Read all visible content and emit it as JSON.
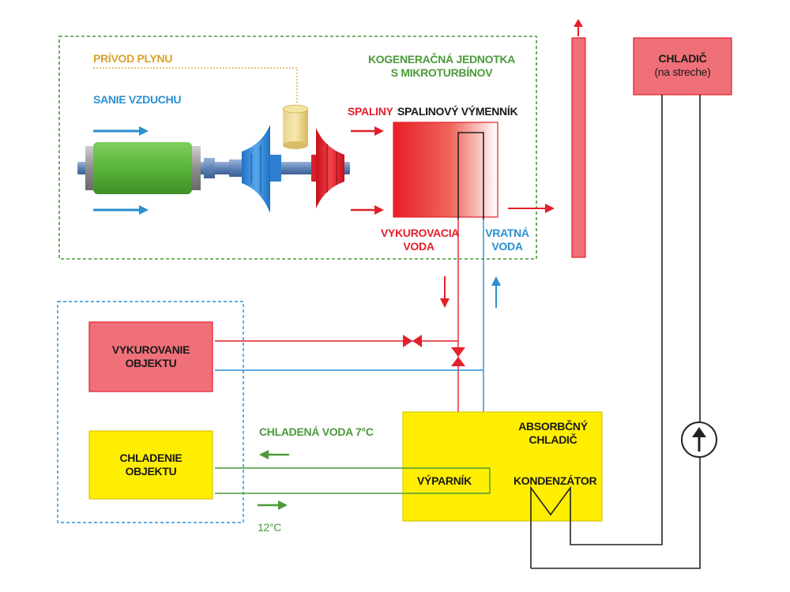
{
  "colors": {
    "hot": "#e3202b",
    "return": "#2a8fd2",
    "chilled": "#4a9a3a",
    "gas": "#d9a12c",
    "box_red": "#f07079",
    "box_yellow": "#ffee00",
    "frame_green": "#4a9a3a",
    "frame_blue": "#2a8fd2",
    "line_dark": "#222222"
  },
  "labels": {
    "kogeneracna_1": "KOGENERAČNÁ JEDNOTKA",
    "kogeneracna_2": "S MIKROTURBÍNOV",
    "privod_plynu": "PRÍVOD PLYNU",
    "sanie_vzduchu": "SANIE VZDUCHU",
    "spaliny": "SPALINY",
    "spalinovy_vymennik": "SPALINOVÝ VÝMENNÍK",
    "vykurovacia_1": "VYKUROVACIA",
    "vykurovacia_2": "VODA",
    "vratna_1": "VRATNÁ",
    "vratna_2": "VODA",
    "chladic_1": "CHLADIČ",
    "chladic_2": "(na streche)",
    "vykurovanie_1": "VYKUROVANIE",
    "vykurovanie_2": "OBJEKTU",
    "chladenie_1": "CHLADENIE",
    "chladenie_2": "OBJEKTU",
    "chladena_voda": "CHLADENÁ VODA  7°C",
    "temp_12": "12°C",
    "absorbcny_1": "ABSORBČNÝ",
    "absorbcny_2": "CHLADIČ",
    "vyparnik": "VÝPARNÍK",
    "kondenzator": "KONDENZÁTOR"
  },
  "icons": [
    "arrow-icon",
    "valve-icon",
    "pump-icon",
    "generator-icon",
    "compressor-icon",
    "turbine-icon",
    "combustor-icon"
  ]
}
